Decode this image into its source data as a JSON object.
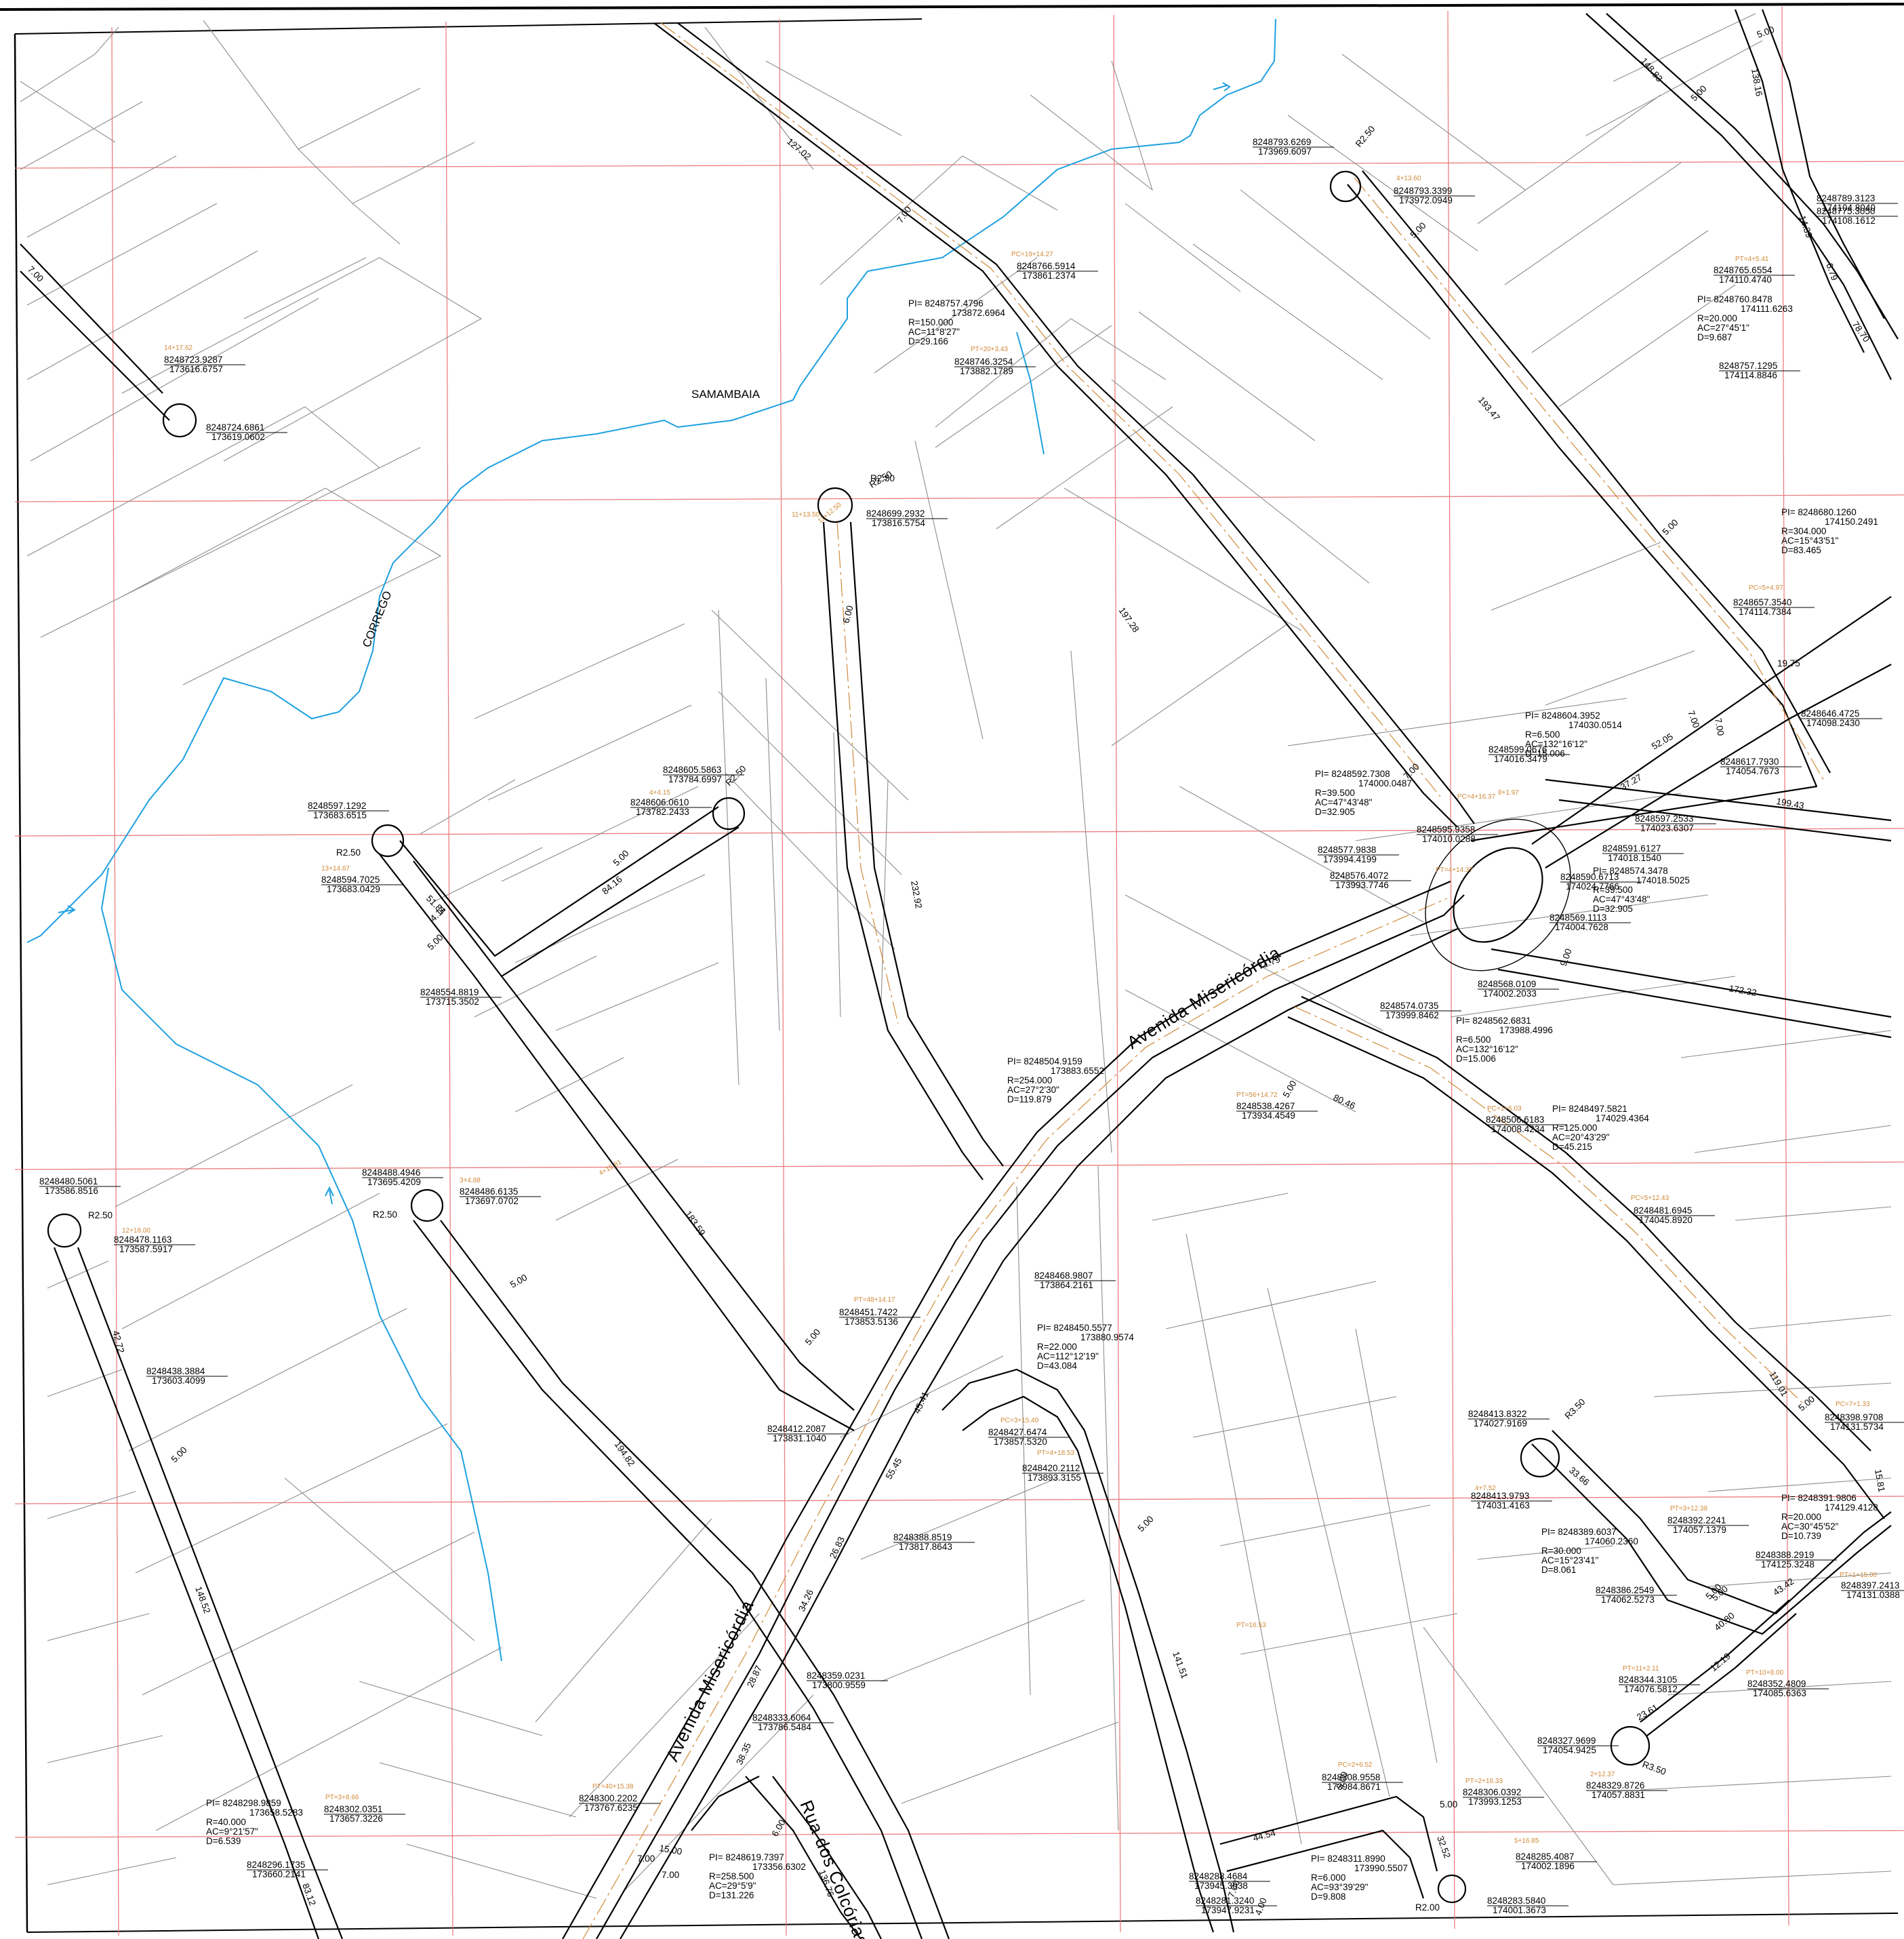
{
  "colors": {
    "grid": "#e97272",
    "road": "#000000",
    "lot": "#8c8c8c",
    "stream": "#1ea0e0",
    "axis": "#d08a3a"
  },
  "streets": {
    "avenida_1": "Avenida  Misericórdia",
    "avenida_2": "Avenida  Misericórdia",
    "rua": "Rua dos Colcórias"
  },
  "water": {
    "samambaia": "SAMAMBAIA",
    "corrego": "CORREGO"
  },
  "coords": [
    {
      "id": "c1",
      "n": "8248793.6269",
      "e": "173969.6097"
    },
    {
      "id": "c2",
      "n": "8248793.3399",
      "e": "173972.0949"
    },
    {
      "id": "c3",
      "n": "8248789.3123",
      "e": "174104.8040"
    },
    {
      "id": "c4",
      "n": "8248775.3050",
      "e": "174108.1612"
    },
    {
      "id": "c5",
      "n": "8248766.5914",
      "e": "173861.2374"
    },
    {
      "id": "c6",
      "n": "8248765.6554",
      "e": "174110.4740"
    },
    {
      "id": "c7",
      "n": "8248746.3254",
      "e": "173882.1789"
    },
    {
      "id": "c8",
      "n": "8248757.1295",
      "e": "174114.8846"
    },
    {
      "id": "c9",
      "n": "8248723.9287",
      "e": "173616.6757"
    },
    {
      "id": "c10",
      "n": "8248724.6861",
      "e": "173619.0602"
    },
    {
      "id": "c11",
      "n": "8248699.2932",
      "e": "173816.5754"
    },
    {
      "id": "c12",
      "n": "8248657.3540",
      "e": "174114.7384"
    },
    {
      "id": "c13",
      "n": "8248646.4725",
      "e": "174098.2430"
    },
    {
      "id": "c14",
      "n": "8248617.7930",
      "e": "174054.7673"
    },
    {
      "id": "c15",
      "n": "8248605.5863",
      "e": "173784.6997"
    },
    {
      "id": "c16",
      "n": "8248606.0610",
      "e": "173782.2433"
    },
    {
      "id": "c17",
      "n": "8248597.1292",
      "e": "173683.6515"
    },
    {
      "id": "c18",
      "n": "8248599.0676",
      "e": "174016.3479"
    },
    {
      "id": "c19",
      "n": "8248595.9358",
      "e": "174010.0288"
    },
    {
      "id": "c20",
      "n": "8248597.2533",
      "e": "174023.6307"
    },
    {
      "id": "c21",
      "n": "8248591.6127",
      "e": "174018.1540"
    },
    {
      "id": "c22",
      "n": "8248577.9838",
      "e": "173994.4199"
    },
    {
      "id": "c23",
      "n": "8248576.4072",
      "e": "173993.7746"
    },
    {
      "id": "c24",
      "n": "8248594.7025",
      "e": "173683.0429"
    },
    {
      "id": "c25",
      "n": "8248590.6713",
      "e": "174024.7766"
    },
    {
      "id": "c26",
      "n": "8248569.1113",
      "e": "174004.7628"
    },
    {
      "id": "c27",
      "n": "8248554.8819",
      "e": "173715.3502"
    },
    {
      "id": "c28",
      "n": "8248568.0109",
      "e": "174002.2033"
    },
    {
      "id": "c29",
      "n": "8248574.0735",
      "e": "173999.8462"
    },
    {
      "id": "c30",
      "n": "8248538.4267",
      "e": "173934.4549"
    },
    {
      "id": "c31",
      "n": "8248506.6183",
      "e": "174008.4234"
    },
    {
      "id": "c32",
      "n": "8248480.5061",
      "e": "173586.8516"
    },
    {
      "id": "c33",
      "n": "8248488.4946",
      "e": "173695.4209"
    },
    {
      "id": "c34",
      "n": "8248486.6135",
      "e": "173697.0702"
    },
    {
      "id": "c35",
      "n": "8248478.1163",
      "e": "173587.5917"
    },
    {
      "id": "c36",
      "n": "8248481.6945",
      "e": "174045.8920"
    },
    {
      "id": "c37",
      "n": "8248468.9807",
      "e": "173864.2161"
    },
    {
      "id": "c38",
      "n": "8248451.7422",
      "e": "173853.5136"
    },
    {
      "id": "c39",
      "n": "8248438.3884",
      "e": "173603.4099"
    },
    {
      "id": "c40",
      "n": "8248412.2087",
      "e": "173831.1040"
    },
    {
      "id": "c41",
      "n": "8248427.6474",
      "e": "173857.5320"
    },
    {
      "id": "c42",
      "n": "8248420.2112",
      "e": "173893.3155"
    },
    {
      "id": "c43",
      "n": "8248413.8322",
      "e": "174027.9169"
    },
    {
      "id": "c44",
      "n": "8248413.9793",
      "e": "174031.4163"
    },
    {
      "id": "c45",
      "n": "8248398.9708",
      "e": "174131.5734"
    },
    {
      "id": "c46",
      "n": "8248388.8519",
      "e": "173817.8643"
    },
    {
      "id": "c47",
      "n": "8248392.2241",
      "e": "174057.1379"
    },
    {
      "id": "c48",
      "n": "8248388.2919",
      "e": "174125.3248"
    },
    {
      "id": "c49",
      "n": "8248386.2549",
      "e": "174062.5273"
    },
    {
      "id": "c50",
      "n": "8248397.2413",
      "e": "174131.0388"
    },
    {
      "id": "c51",
      "n": "8248359.0231",
      "e": "173800.9559"
    },
    {
      "id": "c52",
      "n": "8248344.3105",
      "e": "174076.5812"
    },
    {
      "id": "c53",
      "n": "8248352.4809",
      "e": "174085.6363"
    },
    {
      "id": "c54",
      "n": "8248333.6064",
      "e": "173786.5484"
    },
    {
      "id": "c55",
      "n": "8248327.9699",
      "e": "174054.9425"
    },
    {
      "id": "c56",
      "n": "8248329.8726",
      "e": "174057.8831"
    },
    {
      "id": "c57",
      "n": "8248308.9558",
      "e": "173984.8671"
    },
    {
      "id": "c58",
      "n": "8248306.0392",
      "e": "173993.1253"
    },
    {
      "id": "c59",
      "n": "8248300.2202",
      "e": "173767.6235"
    },
    {
      "id": "c60",
      "n": "8248302.0351",
      "e": "173657.3226"
    },
    {
      "id": "c61",
      "n": "8248296.1735",
      "e": "173660.2141"
    },
    {
      "id": "c62",
      "n": "8248285.4087",
      "e": "174002.1896"
    },
    {
      "id": "c63",
      "n": "8248288.4684",
      "e": "173945.3038"
    },
    {
      "id": "c64",
      "n": "8248281.3240",
      "e": "173947.9231"
    },
    {
      "id": "c65",
      "n": "8248283.5840",
      "e": "174001.3673"
    }
  ],
  "curves": [
    {
      "id": "k1",
      "pi": "PI= 8248757.4796",
      "e": "173872.6964",
      "r": "R=150.000",
      "ac": "AC=11°8'27\"",
      "d": "D=29.166"
    },
    {
      "id": "k2",
      "pi": "PI= 8248760.8478",
      "e": "174111.6263",
      "r": "R=20.000",
      "ac": "AC=27°45'1\"",
      "d": "D=9.687"
    },
    {
      "id": "k3",
      "pi": "PI= 8248680.1260",
      "e": "174150.2491",
      "r": "R=304.000",
      "ac": "AC=15°43'51\"",
      "d": "D=83.465"
    },
    {
      "id": "k4",
      "pi": "PI= 8248604.3952",
      "e": "174030.0514",
      "r": "R=6.500",
      "ac": "AC=132°16'12\"",
      "d": "D=15.006"
    },
    {
      "id": "k5",
      "pi": "PI= 8248592.7308",
      "e": "174000.0487",
      "r": "R=39.500",
      "ac": "AC=47°43'48\"",
      "d": "D=32.905"
    },
    {
      "id": "k6",
      "pi": "PI= 8248574.3478",
      "e": "174018.5025",
      "r": "R=39.500",
      "ac": "AC=47°43'48\"",
      "d": "D=32.905"
    },
    {
      "id": "k7",
      "pi": "PI= 8248562.6831",
      "e": "173988.4996",
      "r": "R=6.500",
      "ac": "AC=132°16'12\"",
      "d": "D=15.006"
    },
    {
      "id": "k8",
      "pi": "PI= 8248504.9159",
      "e": "173883.6552",
      "r": "R=254.000",
      "ac": "AC=27°2'30\"",
      "d": "D=119.879"
    },
    {
      "id": "k9",
      "pi": "PI= 8248497.5821",
      "e": "174029.4364",
      "r": "R=125.000",
      "ac": "AC=20°43'29\"",
      "d": "D=45.215"
    },
    {
      "id": "k10",
      "pi": "PI= 8248450.5577",
      "e": "173880.9574",
      "r": "R=22.000",
      "ac": "AC=112°12'19\"",
      "d": "D=43.084"
    },
    {
      "id": "k11",
      "pi": "PI= 8248391.9806",
      "e": "174129.4128",
      "r": "R=20.000",
      "ac": "AC=30°45'52\"",
      "d": "D=10.739"
    },
    {
      "id": "k12",
      "pi": "PI= 8248389.6037",
      "e": "174060.2360",
      "r": "R=30.000",
      "ac": "AC=15°23'41\"",
      "d": "D=8.061"
    },
    {
      "id": "k13",
      "pi": "PI= 8248298.9859",
      "e": "173658.5283",
      "r": "R=40.000",
      "ac": "AC=9°21'57\"",
      "d": "D=6.539"
    },
    {
      "id": "k14",
      "pi": "PI= 8248619.7397",
      "e": "173356.6302",
      "r": "R=258.500",
      "ac": "AC=29°5'9\"",
      "d": "D=131.226"
    },
    {
      "id": "k15",
      "pi": "PI= 8248311.8990",
      "e": "173990.5507",
      "r": "R=6.000",
      "ac": "AC=93°39'29\"",
      "d": "D=9.808"
    }
  ],
  "dims": [
    {
      "id": "d1",
      "t": "127.02"
    },
    {
      "id": "d2",
      "t": "7.00"
    },
    {
      "id": "d3",
      "t": "R2.50"
    },
    {
      "id": "d4",
      "t": "5.00"
    },
    {
      "id": "d5",
      "t": "148.83"
    },
    {
      "id": "d6",
      "t": "5.00"
    },
    {
      "id": "d7",
      "t": "5.00"
    },
    {
      "id": "d8",
      "t": "138.16"
    },
    {
      "id": "d9",
      "t": "14.39"
    },
    {
      "id": "d10",
      "t": "6.79"
    },
    {
      "id": "d11",
      "t": "78.70"
    },
    {
      "id": "d12",
      "t": "7.00"
    },
    {
      "id": "d13",
      "t": "R2.50"
    },
    {
      "id": "d14",
      "t": "193.47"
    },
    {
      "id": "d15",
      "t": "R2.50"
    },
    {
      "id": "d16",
      "t": "6.00"
    },
    {
      "id": "d17",
      "t": "197.28"
    },
    {
      "id": "d18",
      "t": "5.00"
    },
    {
      "id": "d19",
      "t": "19.75"
    },
    {
      "id": "d20",
      "t": "7.00"
    },
    {
      "id": "d21",
      "t": "7.00"
    },
    {
      "id": "d22",
      "t": "52.05"
    },
    {
      "id": "d23",
      "t": "37.27"
    },
    {
      "id": "d24",
      "t": "199.43"
    },
    {
      "id": "d25",
      "t": "7.00"
    },
    {
      "id": "d26",
      "t": "R2.50"
    },
    {
      "id": "d27",
      "t": "R2.50"
    },
    {
      "id": "d28",
      "t": "5.00"
    },
    {
      "id": "d29",
      "t": "84.16"
    },
    {
      "id": "d30",
      "t": "51.84"
    },
    {
      "id": "d31",
      "t": "4.14"
    },
    {
      "id": "d32",
      "t": "5.00"
    },
    {
      "id": "d33",
      "t": "232.92"
    },
    {
      "id": "d34",
      "t": "71.79"
    },
    {
      "id": "d35",
      "t": "9.00"
    },
    {
      "id": "d36",
      "t": "172.32"
    },
    {
      "id": "d37",
      "t": "5.00"
    },
    {
      "id": "d38",
      "t": "80.46"
    },
    {
      "id": "d39",
      "t": "R2.50"
    },
    {
      "id": "d40",
      "t": "R2.50"
    },
    {
      "id": "d41",
      "t": "183.59"
    },
    {
      "id": "d42",
      "t": "5.00"
    },
    {
      "id": "d43",
      "t": "42.72"
    },
    {
      "id": "d44",
      "t": "5.00"
    },
    {
      "id": "d45",
      "t": "5.00"
    },
    {
      "id": "d46",
      "t": "45.41"
    },
    {
      "id": "d47",
      "t": "194.82"
    },
    {
      "id": "d48",
      "t": "55.45"
    },
    {
      "id": "d49",
      "t": "119.01"
    },
    {
      "id": "d50",
      "t": "5.00"
    },
    {
      "id": "d51",
      "t": "R3.50"
    },
    {
      "id": "d52",
      "t": "33.66"
    },
    {
      "id": "d53",
      "t": "5.00"
    },
    {
      "id": "d54",
      "t": "26.83"
    },
    {
      "id": "d55",
      "t": "34.26"
    },
    {
      "id": "d56",
      "t": "148.52"
    },
    {
      "id": "d57",
      "t": "5.00"
    },
    {
      "id": "d58",
      "t": "141.51"
    },
    {
      "id": "d59",
      "t": "5.00"
    },
    {
      "id": "d60",
      "t": "40.80"
    },
    {
      "id": "d61",
      "t": "43.42"
    },
    {
      "id": "d62",
      "t": "12.19"
    },
    {
      "id": "d63",
      "t": "28.87"
    },
    {
      "id": "d64",
      "t": "38.35"
    },
    {
      "id": "d65",
      "t": "23.61"
    },
    {
      "id": "d66",
      "t": "R3.50"
    },
    {
      "id": "d67",
      "t": "5.00"
    },
    {
      "id": "d68",
      "t": "44.54"
    },
    {
      "id": "d69",
      "t": "5.00"
    },
    {
      "id": "d70",
      "t": "32.52"
    },
    {
      "id": "d71",
      "t": "15.00"
    },
    {
      "id": "d72",
      "t": "7.00"
    },
    {
      "id": "d73",
      "t": "7.00"
    },
    {
      "id": "d74",
      "t": "6.00"
    },
    {
      "id": "d75",
      "t": "136.76"
    },
    {
      "id": "d76",
      "t": "83.12"
    },
    {
      "id": "d77",
      "t": "7.00"
    },
    {
      "id": "d78",
      "t": "4.00"
    },
    {
      "id": "d79",
      "t": "R2.00"
    },
    {
      "id": "d80",
      "t": "15.81"
    }
  ],
  "stations": [
    {
      "id": "s1",
      "t": "PC=19+14.27"
    },
    {
      "id": "s2",
      "t": "PT=20+3.43"
    },
    {
      "id": "s3",
      "t": "4+13.60"
    },
    {
      "id": "s4",
      "t": "11+13.50"
    },
    {
      "id": "s5",
      "t": "PT=4+5.41"
    },
    {
      "id": "s6",
      "t": "PC=5+4.97"
    },
    {
      "id": "s7",
      "t": "14+17.62"
    },
    {
      "id": "s8",
      "t": "11+12.50"
    },
    {
      "id": "s9",
      "t": "4+4.15"
    },
    {
      "id": "s10",
      "t": "13+14.67"
    },
    {
      "id": "s11",
      "t": "PT=4+14.37"
    },
    {
      "id": "s12",
      "t": "PC=4+16.37"
    },
    {
      "id": "s13",
      "t": "8+1.97"
    },
    {
      "id": "s14",
      "t": "PT=56+14.72"
    },
    {
      "id": "s15",
      "t": "PC=1+6.03"
    },
    {
      "id": "s16",
      "t": "12+18.00"
    },
    {
      "id": "s17",
      "t": "PT=48+14.17"
    },
    {
      "id": "s18",
      "t": "PC=5+12.43"
    },
    {
      "id": "s19",
      "t": "PC=3+15.40"
    },
    {
      "id": "s20",
      "t": "PT=4+18.53"
    },
    {
      "id": "s21",
      "t": "4+7.52"
    },
    {
      "id": "s22",
      "t": "PT=3+12.38"
    },
    {
      "id": "s23",
      "t": "PT=11+2.11"
    },
    {
      "id": "s24",
      "t": "PT=10+8.00"
    },
    {
      "id": "s25",
      "t": "PT=40+15.38"
    },
    {
      "id": "s26",
      "t": "PT=3+8.66"
    },
    {
      "id": "s27",
      "t": "PT=16.53"
    },
    {
      "id": "s28",
      "t": "PC=2+6.52"
    },
    {
      "id": "s29",
      "t": "PT=2+16.33"
    },
    {
      "id": "s30",
      "t": "5+16.85"
    },
    {
      "id": "s31",
      "t": "2+12.37"
    },
    {
      "id": "s32",
      "t": "3+4.88"
    },
    {
      "id": "s33",
      "t": "PC=7+1.33"
    },
    {
      "id": "s34",
      "t": "PT=1+15.00"
    },
    {
      "id": "s35",
      "t": "4+15.81"
    }
  ]
}
